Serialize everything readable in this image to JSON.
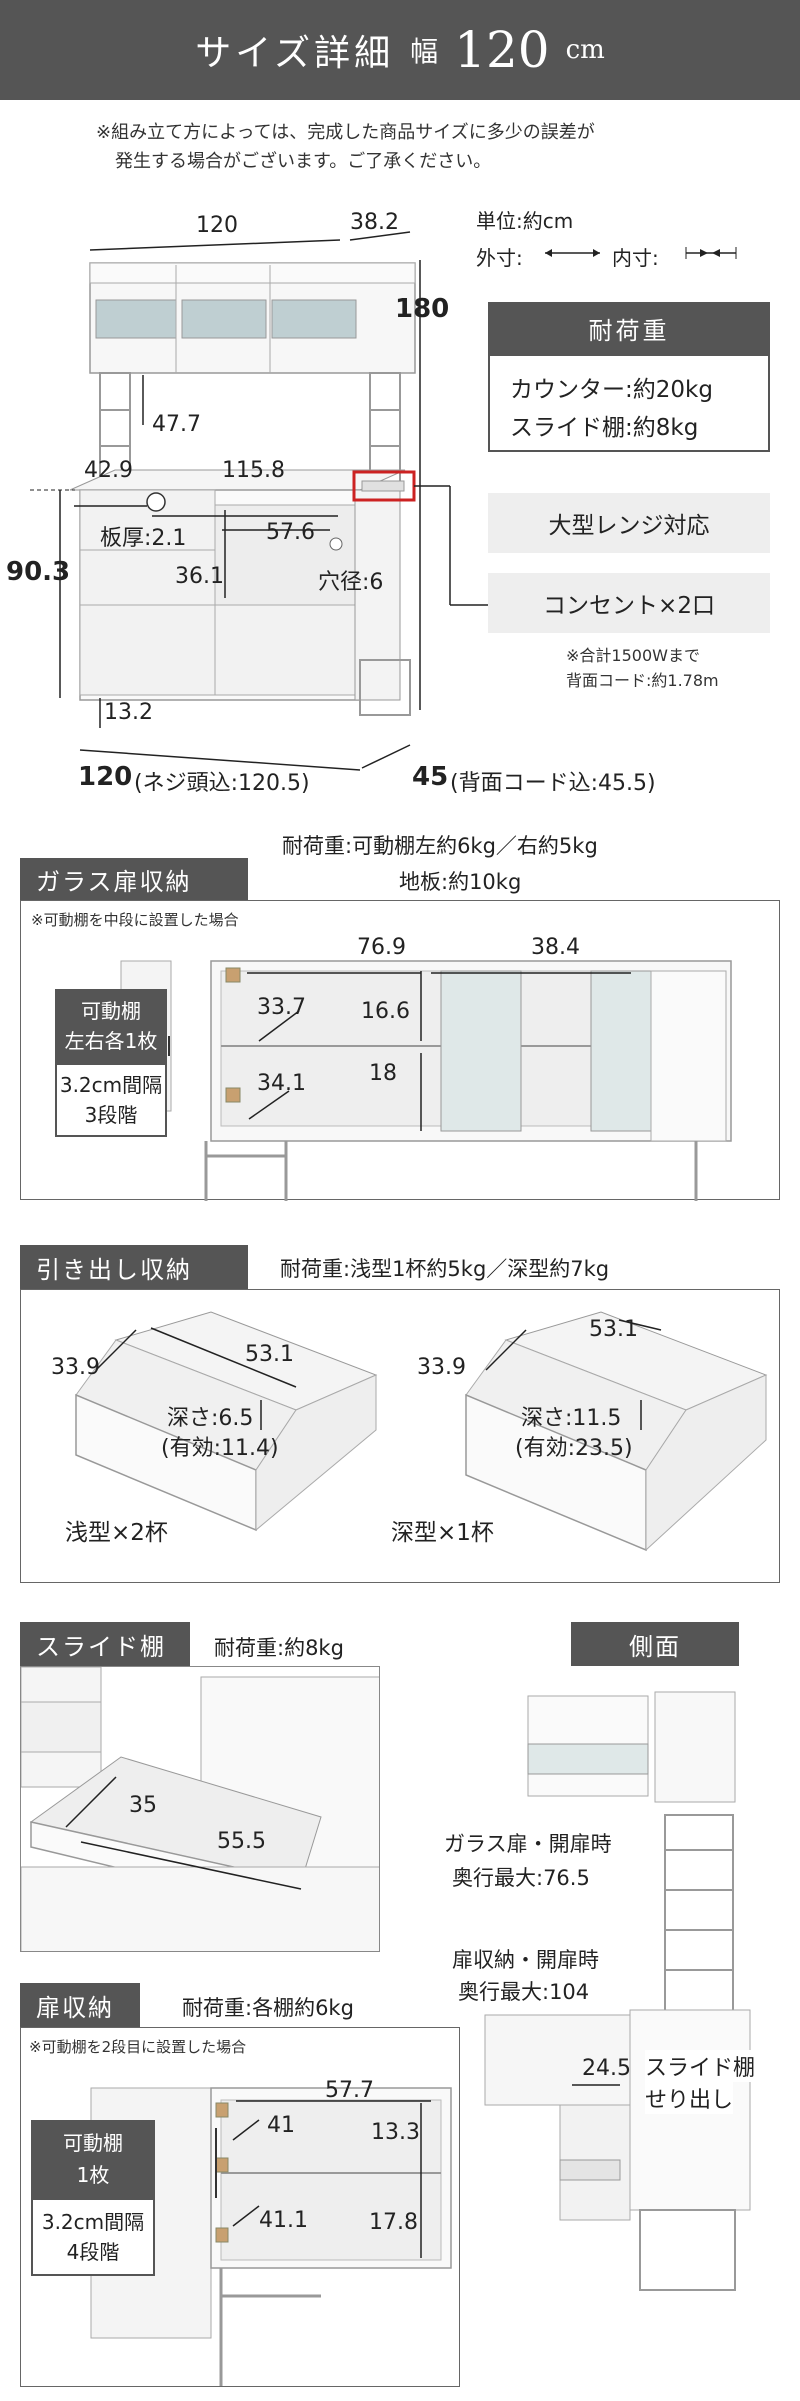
{
  "header": {
    "title": "サイズ詳細",
    "width_label": "幅",
    "width_value": "120",
    "unit": "cm"
  },
  "notice": {
    "line1": "※組み立て方によっては、完成した商品サイズに多少の誤差が",
    "line2": "発生する場合がございます。ご了承ください。"
  },
  "overview": {
    "unit_label": "単位:約cm",
    "outer_label": "外寸:",
    "inner_label": "内寸:",
    "dims": {
      "top_width": "120",
      "top_depth": "38.2",
      "height": "180",
      "upper_gap": "47.7",
      "left_w": "42.9",
      "counter_w": "115.8",
      "counter_h": "90.3",
      "board": "板厚:2.1",
      "mid_w": "57.6",
      "mid_h": "36.1",
      "hole": "穴径:6",
      "foot": "13.2",
      "bottom_w": "120",
      "bottom_w_note": "(ネジ頭込:120.5)",
      "bottom_d": "45",
      "bottom_d_note": "(背面コード込:45.5)"
    },
    "load_title": "耐荷重",
    "load_counter": "カウンター:約20kg",
    "load_slide": "スライド棚:約8kg",
    "range_label": "大型レンジ対応",
    "outlet_label": "コンセント×2口",
    "outlet_note1": "※合計1500Wまで",
    "outlet_note2": "背面コード:約1.78m"
  },
  "glass": {
    "tab": "ガラス扉収納",
    "load1": "耐荷重:可動棚左約6kg／右約5kg",
    "load2": "地板:約10kg",
    "note": "※可動棚を中段に設置した場合",
    "shelf_label1": "可動棚",
    "shelf_label2": "左右各1枚",
    "step1": "3.2cm間隔",
    "step2": "3段階",
    "dims": {
      "w1": "76.9",
      "w2": "38.4",
      "d1": "33.7",
      "h1": "16.6",
      "d2": "34.1",
      "h2": "18"
    }
  },
  "drawer": {
    "tab": "引き出し収納",
    "load": "耐荷重:浅型1杯約5kg／深型約7kg",
    "shallow": {
      "d": "33.9",
      "w": "53.1",
      "depth1": "深さ:6.5",
      "depth2": "(有効:11.4)",
      "label": "浅型×2杯"
    },
    "deep": {
      "d": "33.9",
      "w": "53.1",
      "depth1": "深さ:11.5",
      "depth2": "(有効:23.5)",
      "label": "深型×1杯"
    }
  },
  "slide": {
    "tab": "スライド棚",
    "load": "耐荷重:約8kg",
    "d": "35",
    "w": "55.5"
  },
  "side": {
    "tab": "側面",
    "glass_open1": "ガラス扉・開扉時",
    "glass_open2": "奥行最大:76.5",
    "door_open1": "扉収納・開扉時",
    "door_open2": "奥行最大:104",
    "slide_out_d": "24.5",
    "slide_out1": "スライド棚",
    "slide_out2": "せり出し"
  },
  "door": {
    "tab": "扉収納",
    "load": "耐荷重:各棚約6kg",
    "note": "※可動棚を2段目に設置した場合",
    "shelf_label1": "可動棚",
    "shelf_label2": "1枚",
    "step1": "3.2cm間隔",
    "step2": "4段階",
    "dims": {
      "w": "57.7",
      "d1": "41",
      "h1": "13.3",
      "d2": "41.1",
      "h2": "17.8"
    }
  },
  "colors": {
    "dark": "#555555",
    "light": "#eeeeee",
    "accent_red": "#cc2222"
  }
}
